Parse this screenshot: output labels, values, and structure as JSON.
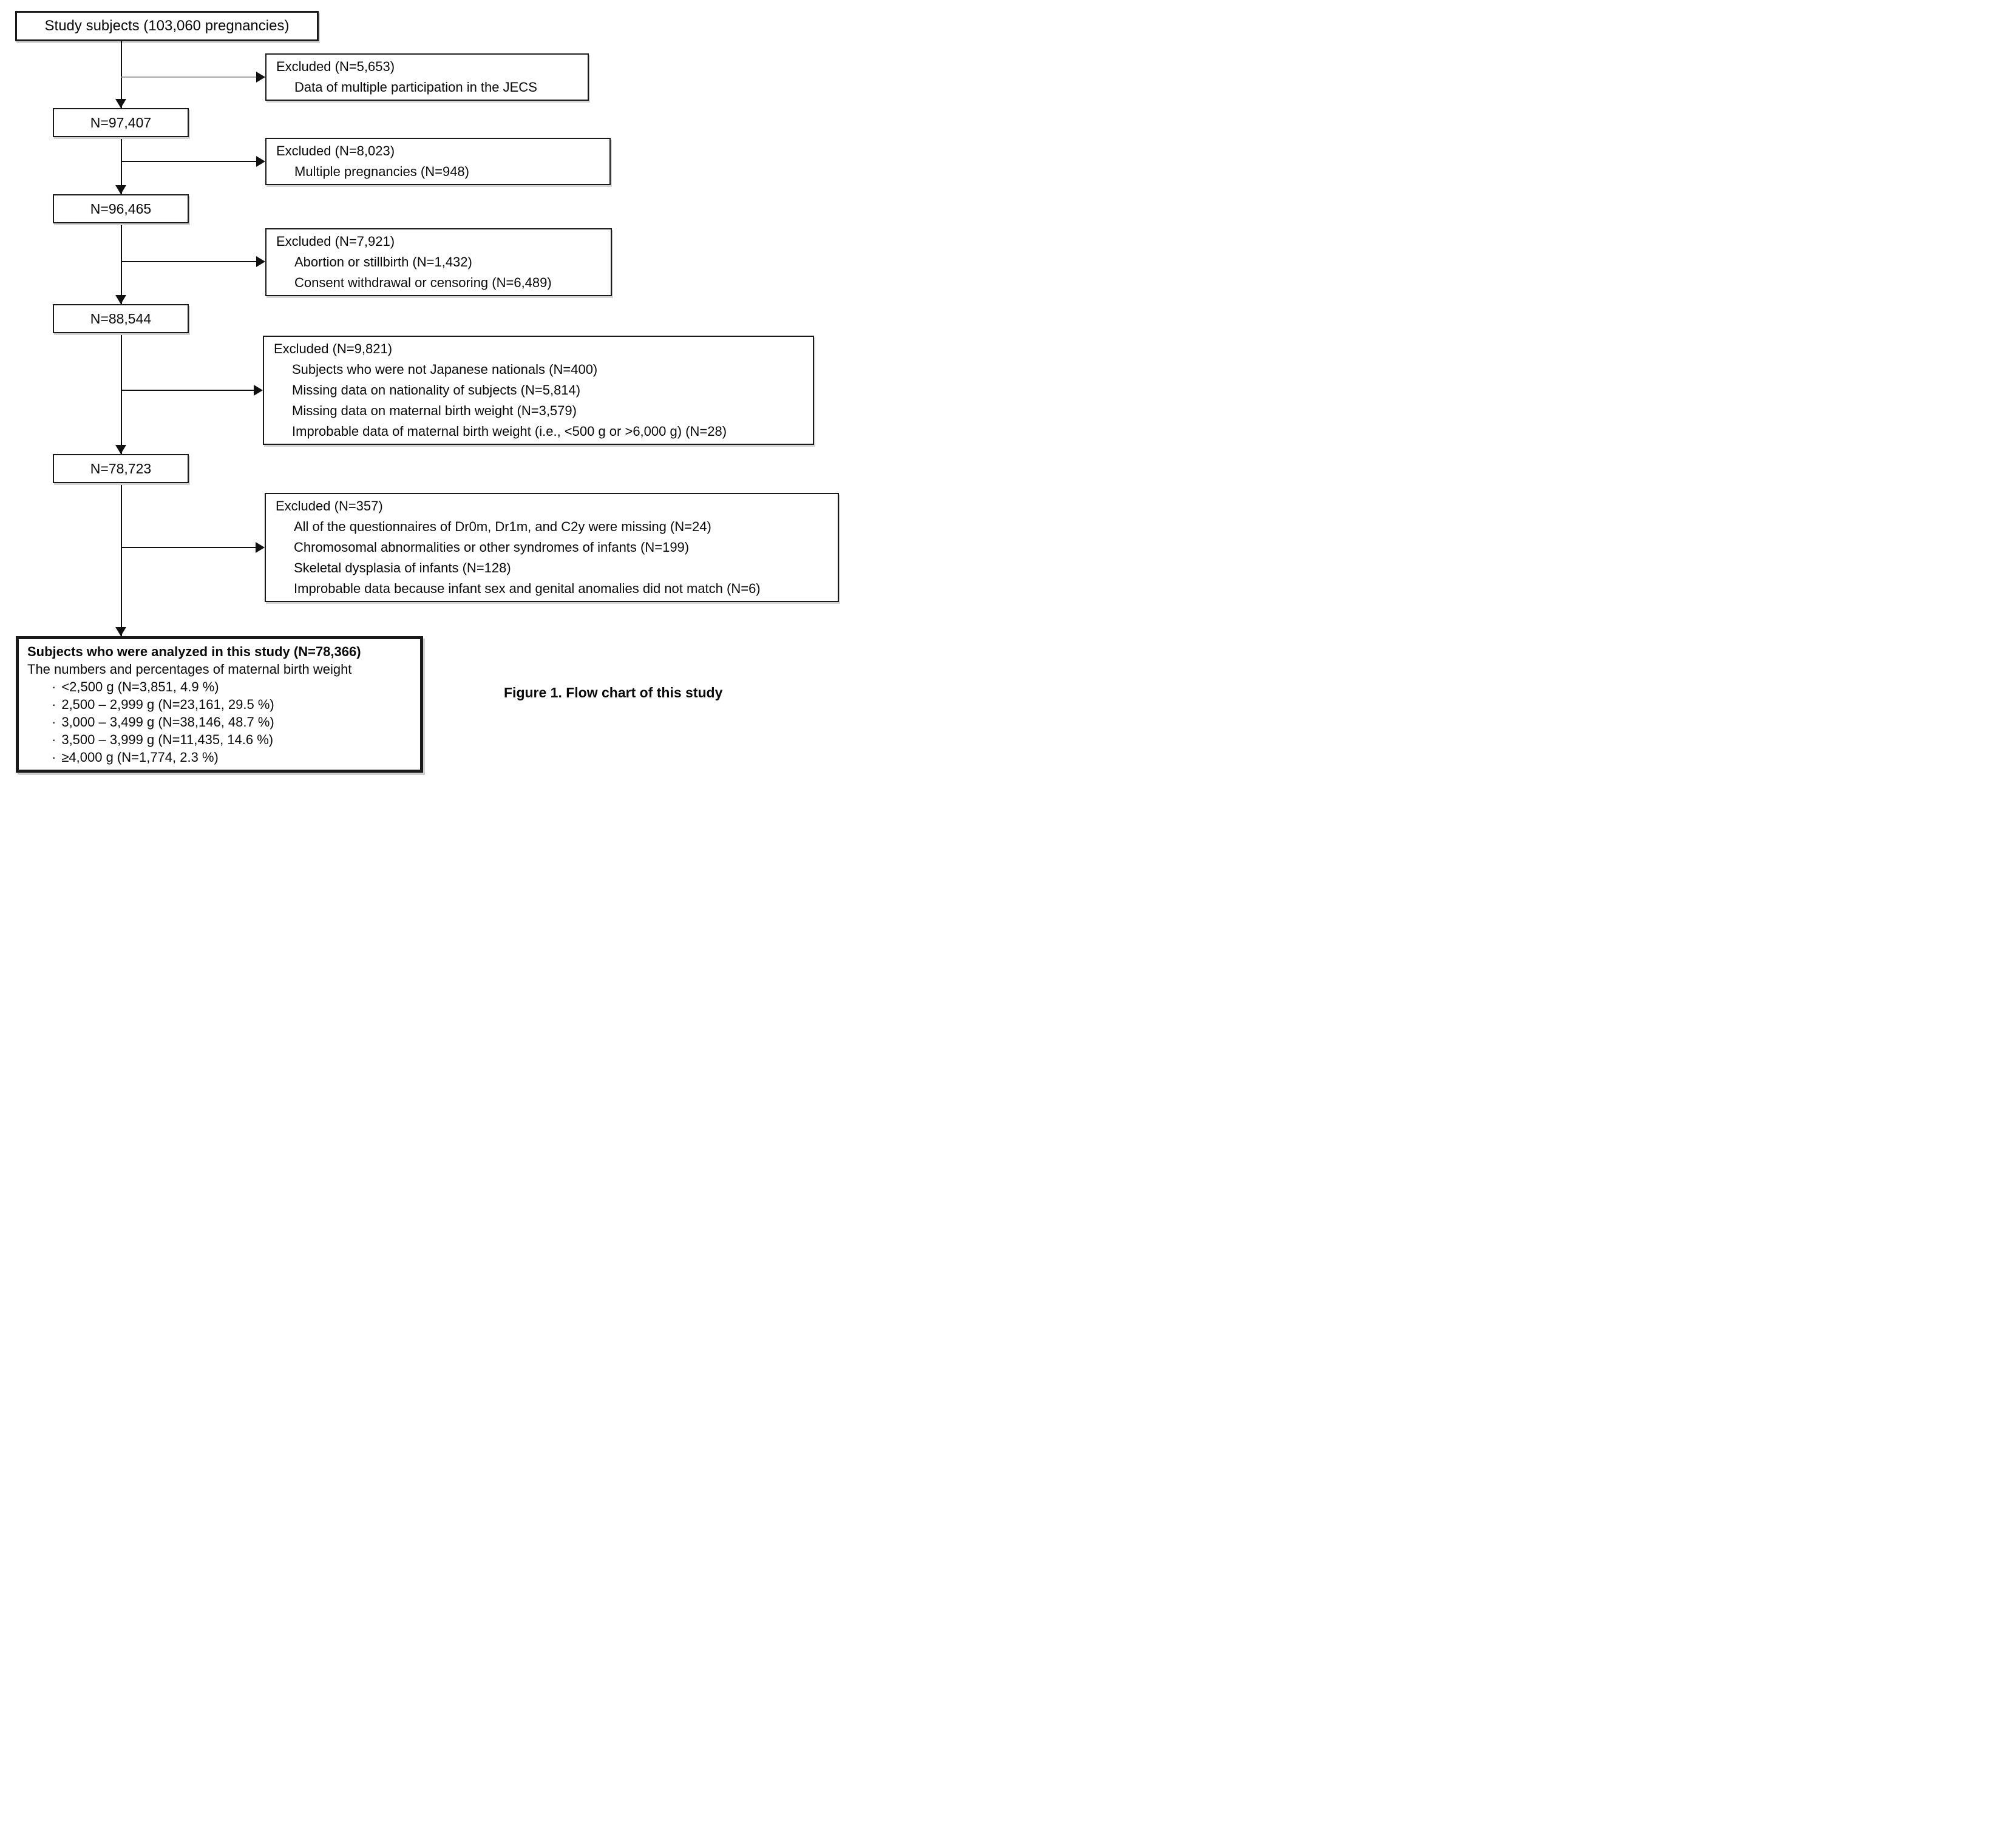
{
  "figure_caption": "Figure 1. Flow chart of this study",
  "bullet_char": "·",
  "start_box": {
    "label": "Study subjects (103,060 pregnancies)"
  },
  "count_boxes": [
    "N=97,407",
    "N=96,465",
    "N=88,544",
    "N=78,723"
  ],
  "excluded_boxes": [
    {
      "title": "Excluded (N=5,653)",
      "items": [
        "Data of multiple participation in the JECS"
      ]
    },
    {
      "title": "Excluded (N=8,023)",
      "items": [
        "Multiple pregnancies (N=948)"
      ]
    },
    {
      "title": "Excluded (N=7,921)",
      "items": [
        "Abortion or stillbirth (N=1,432)",
        "Consent withdrawal or censoring (N=6,489)"
      ]
    },
    {
      "title": "Excluded (N=9,821)",
      "items": [
        "Subjects who were not Japanese nationals (N=400)",
        "Missing data on nationality of subjects (N=5,814)",
        "Missing data on maternal birth weight (N=3,579)",
        "Improbable data of maternal birth weight (i.e., <500 g or >6,000 g) (N=28)"
      ]
    },
    {
      "title": "Excluded (N=357)",
      "items": [
        "All of the questionnaires of Dr0m, Dr1m, and C2y were missing (N=24)",
        "Chromosomal abnormalities or other syndromes of infants (N=199)",
        "Skeletal dysplasia of infants (N=128)",
        "Improbable data because infant sex and genital anomalies did not match (N=6)"
      ]
    }
  ],
  "final_box": {
    "title": "Subjects who were analyzed in this study (N=78,366)",
    "subtitle": "The numbers and percentages of maternal birth weight",
    "items": [
      "<2,500 g (N=3,851, 4.9 %)",
      "2,500 – 2,999 g (N=23,161, 29.5 %)",
      "3,000 – 3,499 g (N=38,146, 48.7 %)",
      "3,500 – 3,999 g (N=11,435, 14.6 %)",
      "≥4,000 g (N=1,774, 2.3 %)"
    ]
  }
}
